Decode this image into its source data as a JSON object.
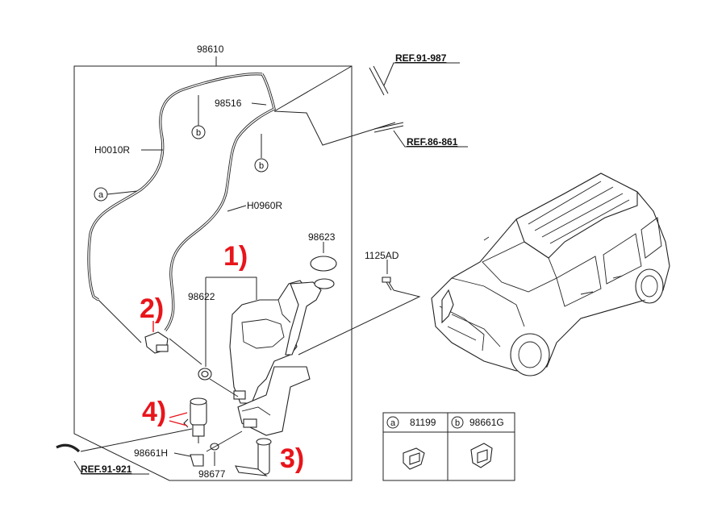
{
  "labels": {
    "assembly": "98610",
    "hose_rear": "H0010R",
    "hose_front": "H0960R",
    "connector": "98516",
    "filler_cap": "98623",
    "grommet": "98622",
    "bolt": "1125AD",
    "pump_motor": "98661H",
    "seal_ring": "98677"
  },
  "refs": {
    "ref_top": "REF.91-987",
    "ref_mid": "REF.86-861",
    "ref_bottom": "REF.91-921"
  },
  "circle_markers": {
    "a": "a",
    "b": "b"
  },
  "callouts": {
    "c1": "1)",
    "c2": "2)",
    "c3": "3)",
    "c4": "4)"
  },
  "legend": {
    "a_letter": "a",
    "a_part": "81199",
    "b_letter": "b",
    "b_part": "98661G"
  },
  "colors": {
    "callout": "#e8151b",
    "line": "#222222"
  }
}
